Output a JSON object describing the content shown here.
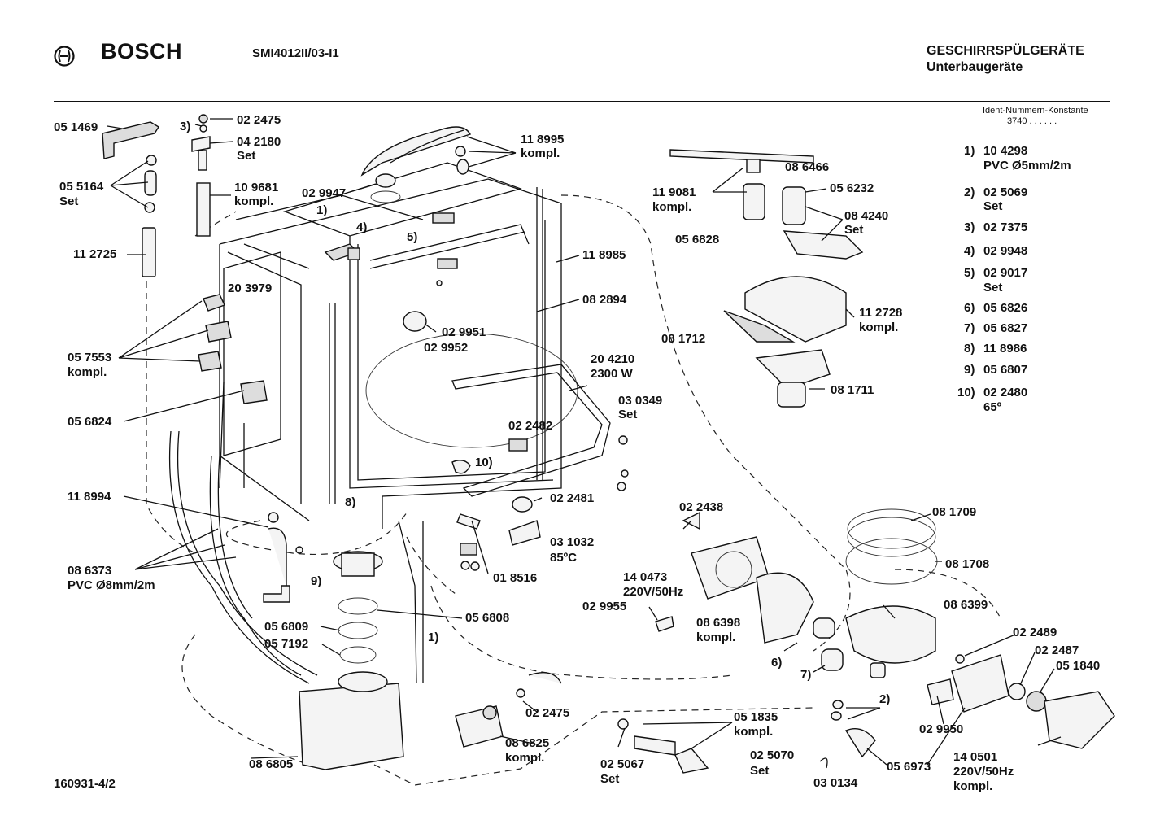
{
  "header": {
    "brand": "BOSCH",
    "model": "SMI4012II/03-I1",
    "category": "GESCHIRRSPÜLGERÄTE",
    "subcategory": "Unterbaugeräte",
    "ident_caption": "Ident-Nummern-Konstante",
    "ident_value": "3740  . .  . . . ."
  },
  "footer": {
    "doc_number": "160931-4/2"
  },
  "labels": {
    "l1": "05 1469",
    "l2": "3)",
    "l3": "02 2475",
    "l4": "04 2180",
    "l5": "Set",
    "l6": "05 5164",
    "l7": "Set",
    "l8": "10 9681",
    "l9": "kompl.",
    "l10": "02 9947",
    "l11": "11 8995",
    "l12": "kompl.",
    "l13": "1)",
    "l14": "4)",
    "l15": "5)",
    "l16": "11 2725",
    "l17": "11 8985",
    "l18": "20 3979",
    "l19": "08 2894",
    "l20": "02 9951",
    "l21": "02 9952",
    "l22": "05 7553",
    "l23": "kompl.",
    "l24": "20 4210",
    "l25": "2300 W",
    "l26": "03 0349",
    "l27": "Set",
    "l28": "05 6824",
    "l29": "02 2482",
    "l30": "10)",
    "l31": "11 8994",
    "l32": "8)",
    "l33": "02 2481",
    "l34": "03 1032",
    "l35": "85ºC",
    "l36": "08 6373",
    "l37": "PVC Ø8mm/2m",
    "l38": "9)",
    "l39": "01 8516",
    "l40": "05 6808",
    "l41": "05 6809",
    "l42": "05 7192",
    "l43": "1)",
    "l44": "02 2475",
    "l45": "08 6825",
    "l46": "kompl.",
    "l47": "08 6805",
    "l48": "05 1835",
    "l49": "kompl.",
    "l50": "02 5067",
    "l51": "Set",
    "l52": "02 5070",
    "l53": "Set",
    "l54": "03 0134",
    "l55": "2)",
    "l56": "11 9081",
    "l57": "kompl.",
    "l58": "08 6466",
    "l59": "05 6232",
    "l60": "08 4240",
    "l61": "Set",
    "l62": "05 6828",
    "l63": "11 2728",
    "l64": "kompl.",
    "l65": "08 1712",
    "l66": "08 1711",
    "l67": "02 2438",
    "l68": "14 0473",
    "l69": "220V/50Hz",
    "l70": "02 9955",
    "l71": "08 6398",
    "l72": "kompl.",
    "l73": "6)",
    "l74": "7)",
    "l75": "08 1709",
    "l76": "08 1708",
    "l77": "08 6399",
    "l78": "02 2489",
    "l79": "02 2487",
    "l80": "05 1840",
    "l81": "02 9950",
    "l82": "05 6973",
    "l83": "14 0501",
    "l84": "220V/50Hz",
    "l85": "kompl."
  },
  "legend": [
    {
      "key": "1)",
      "line1": "10 4298",
      "line2": "PVC Ø5mm/2m"
    },
    {
      "key": "2)",
      "line1": "02 5069",
      "line2": "Set"
    },
    {
      "key": "3)",
      "line1": "02 7375",
      "line2": ""
    },
    {
      "key": "4)",
      "line1": "02 9948",
      "line2": ""
    },
    {
      "key": "5)",
      "line1": "02 9017",
      "line2": "Set"
    },
    {
      "key": "6)",
      "line1": "05 6826",
      "line2": ""
    },
    {
      "key": "7)",
      "line1": "05 6827",
      "line2": ""
    },
    {
      "key": "8)",
      "line1": "11 8986",
      "line2": ""
    },
    {
      "key": "9)",
      "line1": "05 6807",
      "line2": ""
    },
    {
      "key": "10)",
      "line1": "02 2480",
      "line2": "65º"
    }
  ]
}
